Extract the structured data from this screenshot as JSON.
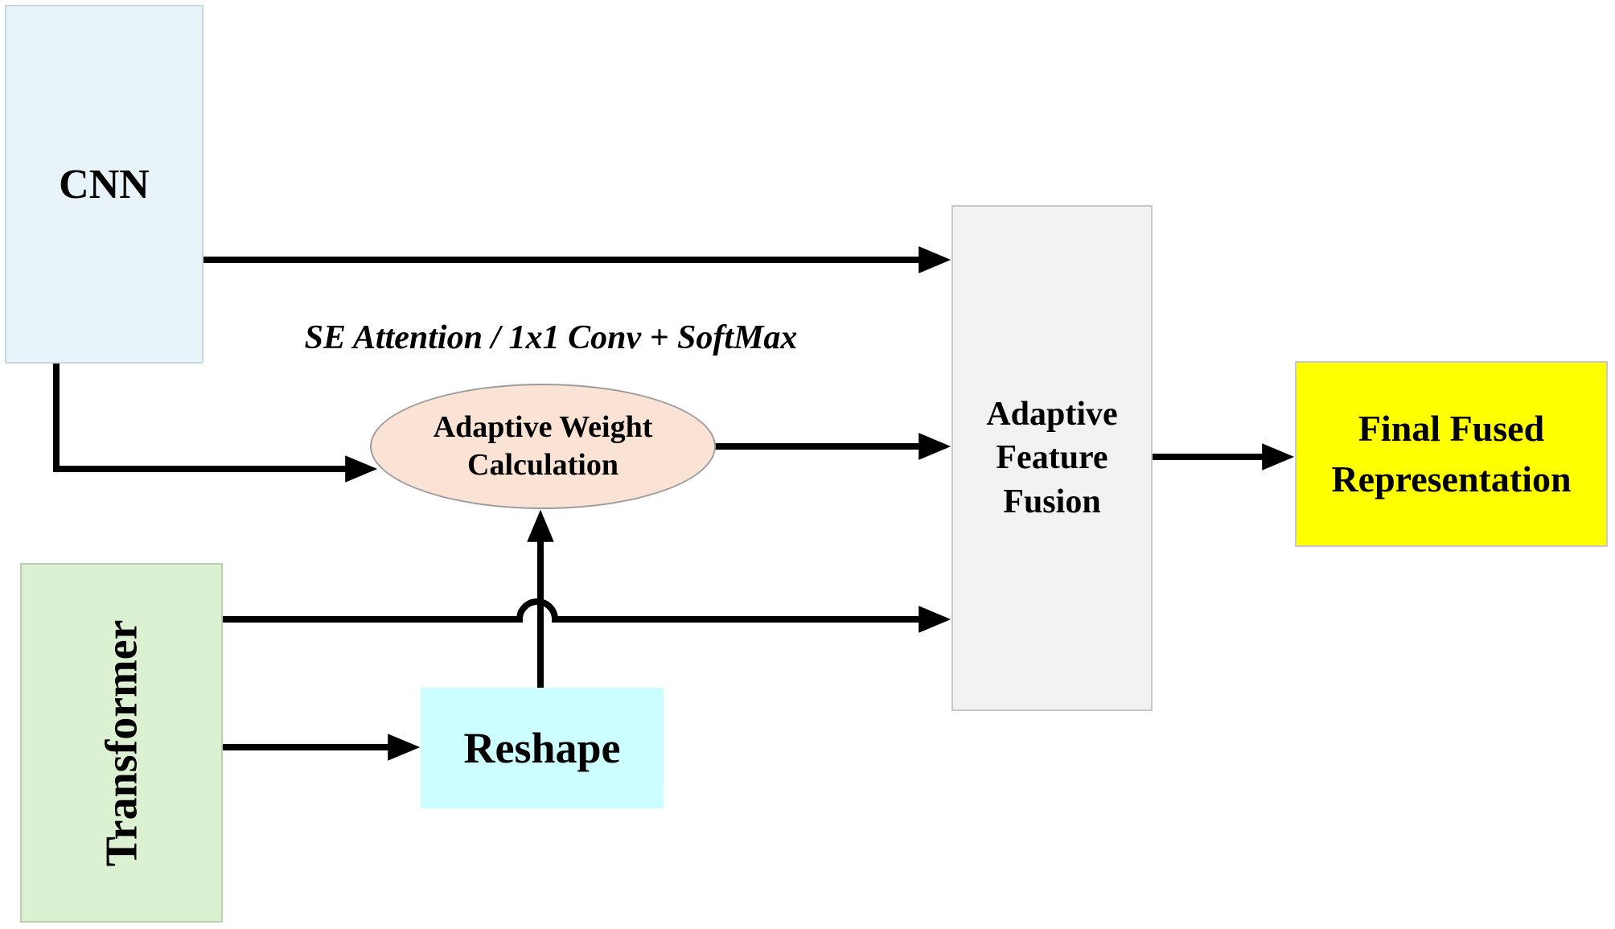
{
  "diagram": {
    "nodes": {
      "cnn": {
        "label": "CNN",
        "fill": "#E8F3FA"
      },
      "transformer": {
        "label": "Transformer",
        "fill": "#DCF0D2"
      },
      "reshape": {
        "label": "Reshape",
        "fill": "#CCFEFF"
      },
      "adaptive_weight": {
        "label": "Adaptive Weight Calculation",
        "fill": "#FAE3D5"
      },
      "fusion": {
        "label": "Adaptive Feature Fusion",
        "fill": "#F2F2F0"
      },
      "final": {
        "label": "Final Fused Representation",
        "fill": "#FFFF00"
      }
    },
    "annotation": {
      "label": "SE Attention / 1x1 Conv + SoftMax"
    },
    "edges": [
      {
        "from": "cnn",
        "to": "fusion"
      },
      {
        "from": "cnn",
        "to": "adaptive_weight"
      },
      {
        "from": "adaptive_weight",
        "to": "fusion"
      },
      {
        "from": "transformer",
        "to": "fusion"
      },
      {
        "from": "transformer",
        "to": "reshape"
      },
      {
        "from": "reshape",
        "to": "adaptive_weight"
      },
      {
        "from": "fusion",
        "to": "final"
      }
    ],
    "arrow_color": "#000000",
    "background_color": "#FFFFFF"
  }
}
